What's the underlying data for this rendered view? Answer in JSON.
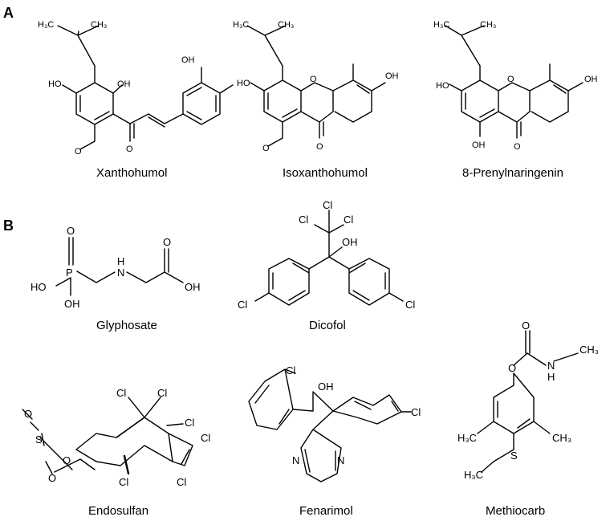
{
  "panels": [
    {
      "letter": "A",
      "compounds": [
        {
          "name": "Xanthohumol",
          "atoms": {
            "me_top": "H₃C",
            "me_right": "CH₃",
            "ho_left": "HO",
            "oh_mid": "OH",
            "oh_right": "OH",
            "ketone": "O",
            "methoxy": "O"
          }
        },
        {
          "name": "Isoxanthohumol",
          "atoms": {
            "me_top": "H₃C",
            "me_right": "CH₃",
            "ho_left": "HO",
            "ring_o": "O",
            "oh_right": "OH",
            "ketone": "O",
            "methoxy": "O"
          }
        },
        {
          "name": "8-Prenylnaringenin",
          "atoms": {
            "me_top": "H₃C",
            "me_right": "CH₃",
            "ho_left": "HO",
            "ring_o": "O",
            "oh_right": "OH",
            "oh_bottom": "OH",
            "ketone": "O"
          }
        }
      ]
    },
    {
      "letter": "B",
      "compounds": [
        {
          "name": "Glyphosate",
          "atoms": {
            "o_top": "O",
            "p": "P",
            "ho_left": "HO",
            "oh_bottom": "OH",
            "nh": "N",
            "h": "H",
            "acid_o": "O",
            "acid_oh": "OH"
          }
        },
        {
          "name": "Dicofol",
          "atoms": {
            "cl_a": "Cl",
            "cl_b": "Cl",
            "cl_c": "Cl",
            "oh": "OH",
            "cl_left": "Cl",
            "cl_right": "Cl"
          }
        },
        {
          "name": "Endosulfan",
          "atoms": {
            "cl_1": "Cl",
            "cl_2": "Cl",
            "cl_3": "Cl",
            "cl_4": "Cl",
            "cl_5": "Cl",
            "cl_6": "Cl",
            "o_top": "O",
            "s": "S",
            "o_1": "O",
            "o_2": "O"
          }
        },
        {
          "name": "Fenarimol",
          "atoms": {
            "cl_top": "Cl",
            "oh": "OH",
            "cl_right": "Cl",
            "n_1": "N",
            "n_2": "N"
          }
        },
        {
          "name": "Methiocarb",
          "atoms": {
            "o_top": "O",
            "nh": "N",
            "h": "H",
            "me_n": "CH₃",
            "o_ester": "O",
            "me_left": "H₃C",
            "me_right": "CH₃",
            "s": "S",
            "me_s": "H₃C"
          }
        }
      ]
    }
  ]
}
